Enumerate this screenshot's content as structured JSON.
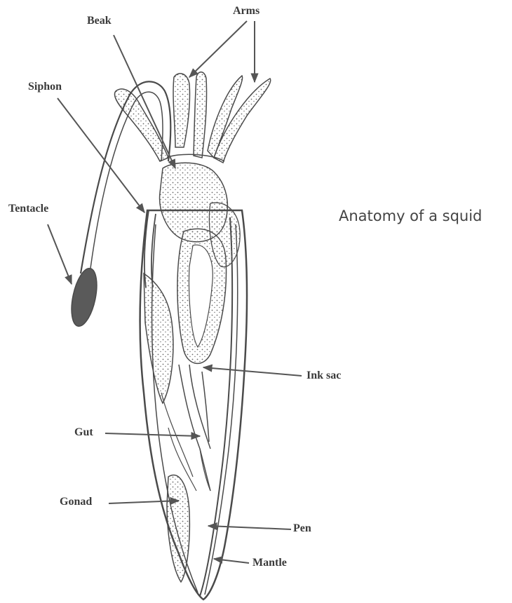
{
  "title": "Anatomy of a squid",
  "labels": {
    "beak": "Beak",
    "arms": "Arms",
    "siphon": "Siphon",
    "tentacle": "Tentacle",
    "ink_sac": "Ink sac",
    "gut": "Gut",
    "gonad": "Gonad",
    "pen": "Pen",
    "mantle": "Mantle"
  },
  "colors": {
    "ink": "#4a4a4a",
    "line": "#555555",
    "tentacle_club": "#5a5a5a",
    "stipple": "#6a6a6a"
  }
}
